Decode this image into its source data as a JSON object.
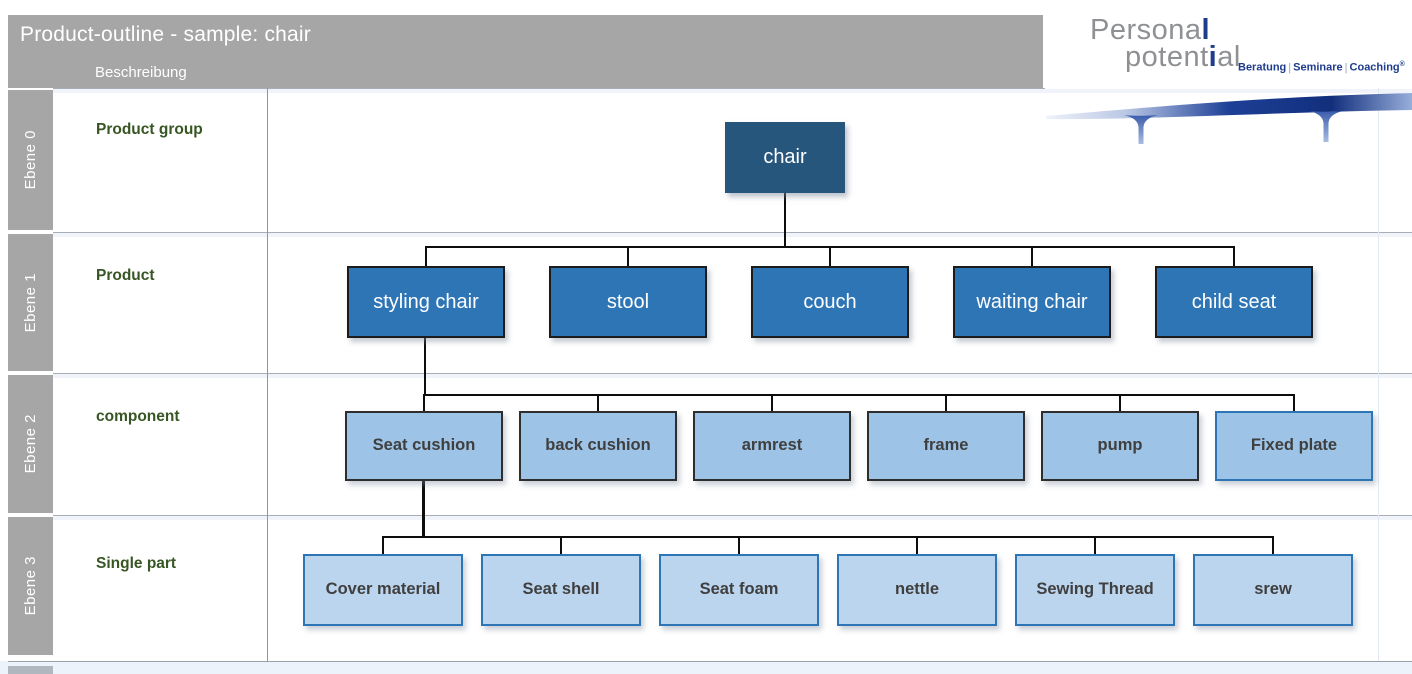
{
  "header": {
    "title": "Product-outline - sample: chair",
    "column_label": "Beschreibung"
  },
  "logo": {
    "word1_main": "Persona",
    "word1_accent": "l",
    "word2_pre": "potent",
    "word2_accent": "i",
    "word2_post": "al",
    "tagline_parts": [
      "Beratung",
      "Seminare",
      "Coaching"
    ],
    "separator": "|",
    "registered_mark": "®",
    "accent_color": "#1e3c8c",
    "gray_color": "#8e9094"
  },
  "rows": [
    {
      "level_label": "Ebene 0",
      "description": "Product group"
    },
    {
      "level_label": "Ebene 1",
      "description": "Product"
    },
    {
      "level_label": "Ebene 2",
      "description": "component"
    },
    {
      "level_label": "Ebene 3",
      "description": "Single part"
    }
  ],
  "tree": {
    "root": {
      "label": "chair",
      "children": [
        {
          "label": "styling chair",
          "children": [
            {
              "label": "Seat cushion",
              "children": [
                {
                  "label": "Cover material"
                },
                {
                  "label": "Seat shell"
                },
                {
                  "label": "Seat foam"
                },
                {
                  "label": "nettle"
                },
                {
                  "label": "Sewing Thread"
                },
                {
                  "label": "srew"
                }
              ]
            },
            {
              "label": "back cushion"
            },
            {
              "label": "armrest"
            },
            {
              "label": "frame"
            },
            {
              "label": "pump"
            },
            {
              "label": "Fixed plate"
            }
          ]
        },
        {
          "label": "stool"
        },
        {
          "label": "couch"
        },
        {
          "label": "waiting chair"
        },
        {
          "label": "child seat"
        }
      ]
    }
  },
  "colors": {
    "header_gray": "#a6a6a6",
    "level0_fill": "#27567D",
    "level1_fill": "#2E75B6",
    "level2_fill": "#9DC3E6",
    "level3_fill": "#BCD5EE",
    "dark_border": "#1c1c1c",
    "blue_border": "#2E75B6",
    "connector": "#0d0d0d",
    "description_green": "#375623",
    "node_text_dark": "#3f3f3f"
  }
}
